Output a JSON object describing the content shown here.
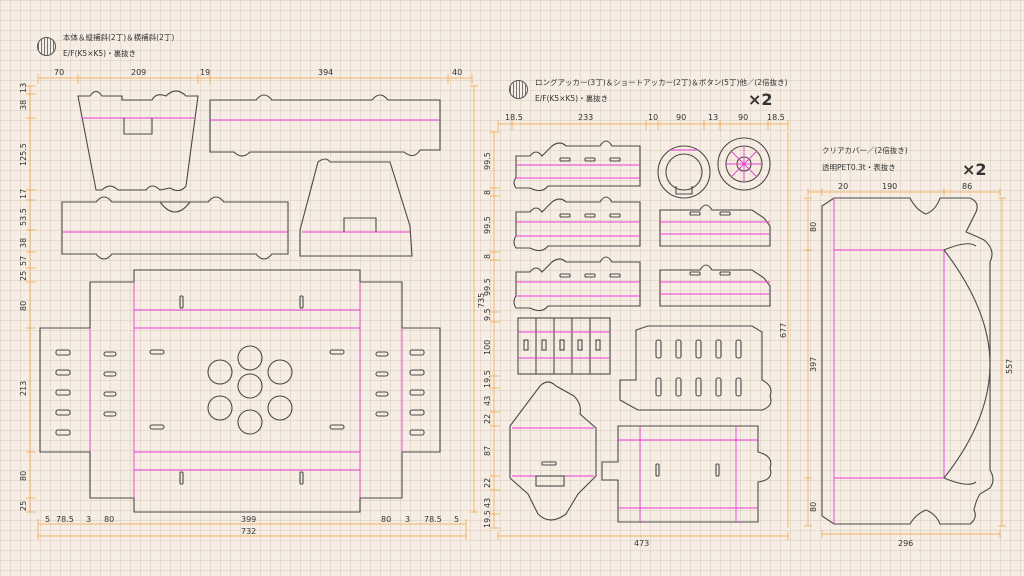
{
  "sections": [
    {
      "title": "本体＆縦補斜(2丁)＆横補斜(2丁)",
      "material": "E/F(K5×K5)・裏抜き"
    },
    {
      "title": "ロングアッカー(3丁)＆ショートアッカー(2丁)＆ボタン(5丁)他／(2倍抜き)",
      "material": "E/F(K5×K5)・裏抜き",
      "multiplier": "×2"
    },
    {
      "title": "クリアカバー／(2倍抜き)",
      "material": "透明PET0.3t・表抜き",
      "multiplier": "×2"
    }
  ],
  "dims_left": {
    "top": [
      "70",
      "209",
      "19",
      "394",
      "40"
    ],
    "left": [
      "13",
      "38",
      "125.5",
      "17",
      "53.5",
      "38",
      "57",
      "25",
      "80",
      "213",
      "80",
      "25"
    ],
    "bottom_parts": [
      "5",
      "78.5",
      "3",
      "80",
      "399",
      "80",
      "3",
      "78.5",
      "5"
    ],
    "bottom_total": "732",
    "right_total": "735"
  },
  "dims_middle": {
    "top": [
      "18.5",
      "233",
      "10",
      "90",
      "13",
      "90",
      "18.5"
    ],
    "left": [
      "99.5",
      "8",
      "99.5",
      "8",
      "99.5",
      "9.5",
      "100",
      "19.5",
      "43",
      "22",
      "87",
      "22",
      "43",
      "19.5"
    ],
    "bottom_total": "473",
    "right_total": "677"
  },
  "dims_right": {
    "top": [
      "20",
      "190",
      "86"
    ],
    "left": [
      "80",
      "397",
      "80"
    ],
    "bottom_total": "296",
    "right_total": "557"
  },
  "colors": {
    "cut": "#4a4a4a",
    "fold": "#ea3cd6",
    "dimension": "#f0a040",
    "grid": "#f6eee4"
  }
}
